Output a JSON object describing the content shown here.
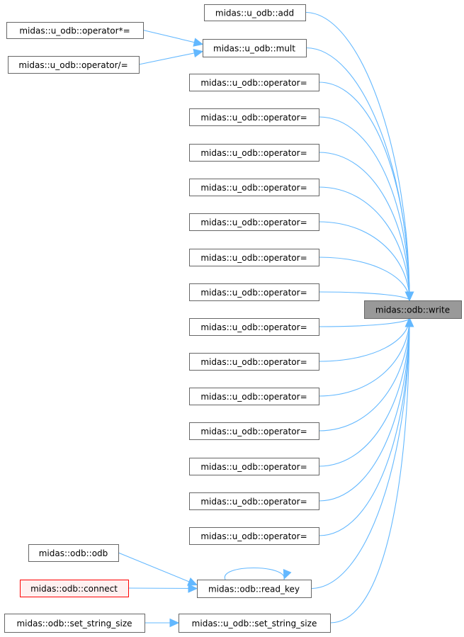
{
  "nodes": [
    {
      "id": "target",
      "label": "midas::odb::write",
      "focus": true
    },
    {
      "id": "add",
      "label": "midas::u_odb::add"
    },
    {
      "id": "opmuleq",
      "label": "midas::u_odb::operator*="
    },
    {
      "id": "mult",
      "label": "midas::u_odb::mult"
    },
    {
      "id": "opdiveq",
      "label": "midas::u_odb::operator/="
    },
    {
      "id": "op1",
      "label": "midas::u_odb::operator="
    },
    {
      "id": "op2",
      "label": "midas::u_odb::operator="
    },
    {
      "id": "op3",
      "label": "midas::u_odb::operator="
    },
    {
      "id": "op4",
      "label": "midas::u_odb::operator="
    },
    {
      "id": "op5",
      "label": "midas::u_odb::operator="
    },
    {
      "id": "op6",
      "label": "midas::u_odb::operator="
    },
    {
      "id": "op7",
      "label": "midas::u_odb::operator="
    },
    {
      "id": "op8",
      "label": "midas::u_odb::operator="
    },
    {
      "id": "op9",
      "label": "midas::u_odb::operator="
    },
    {
      "id": "op10",
      "label": "midas::u_odb::operator="
    },
    {
      "id": "op11",
      "label": "midas::u_odb::operator="
    },
    {
      "id": "op12",
      "label": "midas::u_odb::operator="
    },
    {
      "id": "op13",
      "label": "midas::u_odb::operator="
    },
    {
      "id": "op14",
      "label": "midas::u_odb::operator="
    },
    {
      "id": "odb",
      "label": "midas::odb::odb"
    },
    {
      "id": "connect",
      "label": "midas::odb::connect",
      "highlight": "red"
    },
    {
      "id": "readkey",
      "label": "midas::odb::read_key"
    },
    {
      "id": "oss",
      "label": "midas::odb::set_string_size"
    },
    {
      "id": "uss",
      "label": "midas::u_odb::set_string_size"
    }
  ],
  "edges": [
    {
      "from": "add",
      "to": "target"
    },
    {
      "from": "opmuleq",
      "to": "mult"
    },
    {
      "from": "opdiveq",
      "to": "mult"
    },
    {
      "from": "mult",
      "to": "target"
    },
    {
      "from": "op1",
      "to": "target"
    },
    {
      "from": "op2",
      "to": "target"
    },
    {
      "from": "op3",
      "to": "target"
    },
    {
      "from": "op4",
      "to": "target"
    },
    {
      "from": "op5",
      "to": "target"
    },
    {
      "from": "op6",
      "to": "target"
    },
    {
      "from": "op7",
      "to": "target"
    },
    {
      "from": "op8",
      "to": "target"
    },
    {
      "from": "op9",
      "to": "target"
    },
    {
      "from": "op10",
      "to": "target"
    },
    {
      "from": "op11",
      "to": "target"
    },
    {
      "from": "op12",
      "to": "target"
    },
    {
      "from": "op13",
      "to": "target"
    },
    {
      "from": "op14",
      "to": "target"
    },
    {
      "from": "odb",
      "to": "readkey"
    },
    {
      "from": "connect",
      "to": "readkey"
    },
    {
      "from": "readkey",
      "to": "readkey"
    },
    {
      "from": "readkey",
      "to": "target"
    },
    {
      "from": "oss",
      "to": "uss"
    },
    {
      "from": "uss",
      "to": "target"
    }
  ],
  "colors": {
    "edge": "#63b8ff",
    "focus_fill": "#999999",
    "border": "#666666",
    "red": "#ff0000"
  }
}
